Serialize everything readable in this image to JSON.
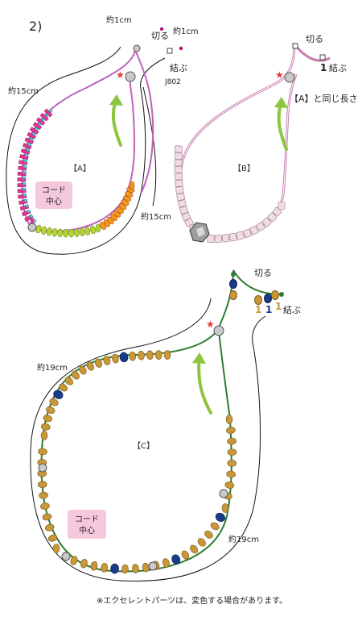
{
  "step": "2)",
  "colors": {
    "cord_a": "#c060c0",
    "cord_b": "#c77fb0",
    "cord_c": "#2e7d32",
    "arrow": "#8cc63f",
    "star": "#e53935",
    "pink_bead": "#e8358f",
    "aqua_bead": "#5ecfe6",
    "orange_bead": "#f7941d",
    "lime_bead": "#b5d334",
    "light_pink_bead": "#f1dce5",
    "gold_bead": "#c8973a",
    "navy_bead": "#1a3a8a",
    "label_box": "#f6c8dd"
  },
  "diagram_a": {
    "label": "【A】",
    "cut_len": "約1cm",
    "cut": "切る",
    "tie_len": "約1cm",
    "tie": "結ぶ",
    "part": "J802",
    "len_left": "約15cm",
    "len_right": "約15cm",
    "center_line1": "コード",
    "center_line2": "中心"
  },
  "diagram_b": {
    "label": "【B】",
    "cut": "切る",
    "tie_count": "1",
    "tie": "結ぶ",
    "same_len": "【A】と同じ長さ"
  },
  "diagram_c": {
    "label": "【C】",
    "cut": "切る",
    "count_1": "1",
    "count_2": "1",
    "count_3": "1",
    "tie": "結ぶ",
    "len_left": "約19cm",
    "len_right": "約19cm",
    "center_line1": "コード",
    "center_line2": "中心"
  },
  "note": "※エクセレントパーツは、変色する場合があります。"
}
